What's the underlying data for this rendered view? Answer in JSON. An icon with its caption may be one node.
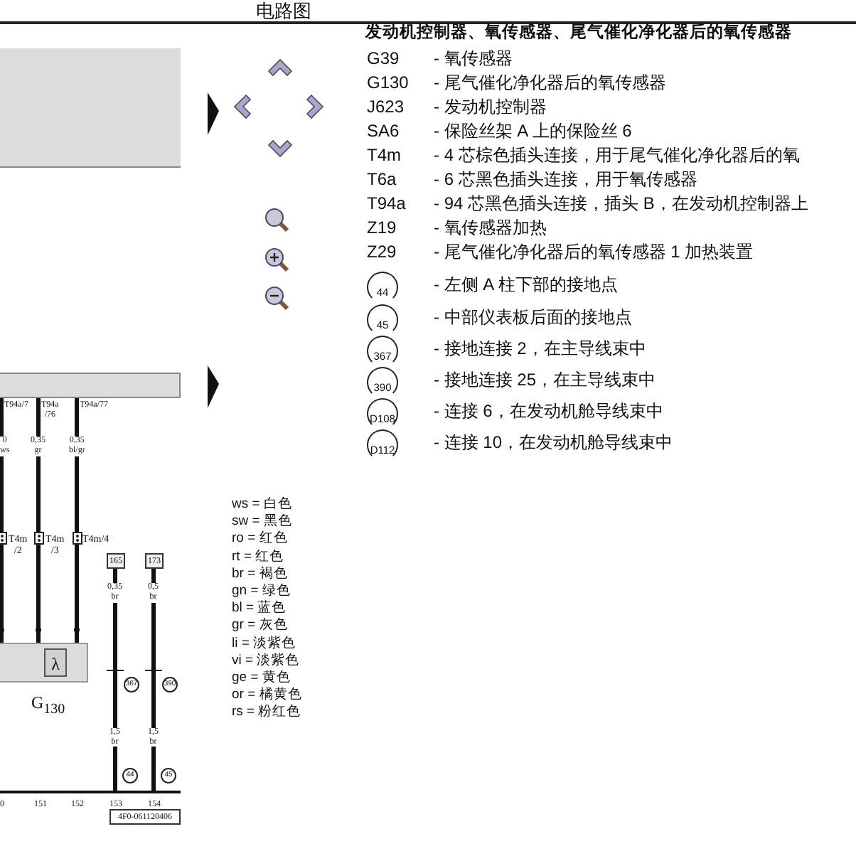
{
  "diagram": {
    "title": "发动机控制器、氧传感器、尾气催化净化器后的氧传感器",
    "nodes": [
      {
        "text": [],
        "shape": "box"
      },
      {
        "text": [],
        "shape": "box"
      },
      {
        "text": [
          "G$_{130}$"
        ]
      },
      {
        "text": [
          "λ"
        ],
        "in": 2
      },
      {
        "text": [
          "165"
        ]
      },
      {
        "text": [
          "173"
        ]
      },
      {
        "text": [
          "367"
        ]
      },
      {
        "text": [
          "390"
        ]
      },
      {
        "text": [
          "44"
        ]
      },
      {
        "text": [
          "45"
        ]
      },
      {
        "text": [],
        "shape": "bar"
      },
      {
        "text": [
          "4F0-061120406"
        ]
      },
      {
        "text": [
          "44"
        ],
        "beside": [
          "- 左侧 A 柱下部的接地点"
        ]
      },
      {
        "text": [
          "45"
        ],
        "beside": [
          "- 中部仪表板后面的接地点"
        ]
      },
      {
        "text": [
          "367"
        ],
        "beside": [
          "- 接地连接 2，在主导线束中"
        ]
      },
      {
        "text": [
          "390"
        ],
        "beside": [
          "- 接地连接 25，在主导线束中"
        ]
      },
      {
        "text": [
          "D108"
        ],
        "beside": [
          "- 连接 6，在发动机舱导线束中"
        ]
      },
      {
        "text": [
          "D112"
        ],
        "beside": [
          "- 连接 10，在发动机舱导线束中"
        ]
      }
    ],
    "edges": [
      {
        "from": 1,
        "to": 2,
        "arrow": "none",
        "label": "0 ws"
      },
      {
        "from": 1,
        "to": 2,
        "arrow": "none",
        "label": "0,35 gr"
      },
      {
        "from": 1,
        "to": 2,
        "arrow": "none",
        "label": "0,35 bl/gr"
      },
      {
        "from": 4,
        "to": 10,
        "arrow": "none",
        "label": "0,35 br"
      },
      {
        "from": 5,
        "to": 10,
        "arrow": "none",
        "label": "0,5 br"
      }
    ],
    "labels": [
      "电路图",
      "G39",
      "- 氧传感器",
      "G130",
      "- 尾气催化净化器后的氧传感器",
      "J623",
      "- 发动机控制器",
      "SA6",
      "- 保险丝架 A 上的保险丝 6",
      "T4m",
      "- 4 芯棕色插头连接，用于尾气催化净化器后的氧",
      "T6a",
      "- 6 芯黑色插头连接，用于氧传感器",
      "T94a",
      "- 94 芯黑色插头连接，插头 B，在发动机控制器上",
      "Z19",
      "- 氧传感器加热",
      "Z29",
      "- 尾气催化净化器后的氧传感器 1 加热装置",
      "T94a/7",
      "T94a /76",
      "T94a/77",
      "T4m /2",
      "T4m /3",
      "T4m/4",
      "1,5 br",
      "1,5 br",
      "ws = 白色",
      "sw = 黑色",
      "ro = 红色",
      "rt = 红色",
      "br = 褐色",
      "gn = 绿色",
      "bl = 蓝色",
      "gr = 灰色",
      "li = 淡紫色",
      "vi = 淡紫色",
      "ge = 黄色",
      "or = 橘黄色",
      "rs = 粉红色",
      "0",
      "151",
      "152",
      "153",
      "154"
    ]
  }
}
